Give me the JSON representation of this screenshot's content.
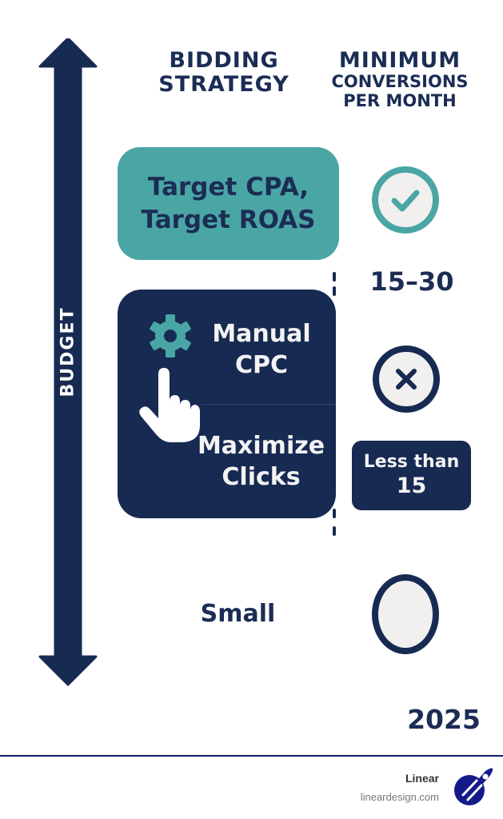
{
  "axis": {
    "label": "BUDGET",
    "icon": "double-headed-vertical-arrow"
  },
  "headers": {
    "bidding_strategy": "BIDDING STRATEGY",
    "min_conversions_line1": "MINIMUM",
    "min_conversions_line2": "CONVERSIONS",
    "min_conversions_line3": "PER MONTH"
  },
  "rows": [
    {
      "strategy_line1": "Target CPA,",
      "strategy_line2": "Target ROAS",
      "status_icon": "check-icon",
      "min_conversions": "15–30"
    },
    {
      "strategy_a_line1": "Manual",
      "strategy_a_line2": "CPC",
      "strategy_b_line1": "Maximize",
      "strategy_b_line2": "Clicks",
      "icons": [
        "gear-icon",
        "pointing-hand-icon"
      ],
      "status_icon": "x-icon",
      "min_conversions_line1": "Less than",
      "min_conversions_line2": "15"
    },
    {
      "strategy": "Small",
      "status_icon": "empty-circle-icon"
    }
  ],
  "year": "2025",
  "footer": {
    "brand": "Linear",
    "url": "lineardesign.com",
    "logo": "rocket-logo"
  },
  "colors": {
    "navy": "#172a52",
    "teal": "#4aa6a4",
    "light": "#f1f0ee",
    "footer_rule": "#141a6b"
  }
}
